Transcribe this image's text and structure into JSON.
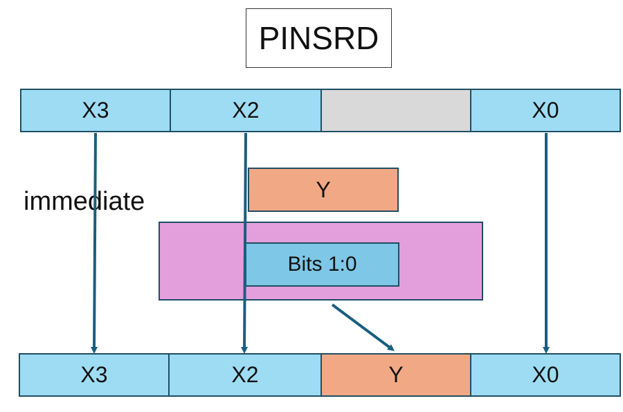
{
  "title": "PINSRD",
  "source_register": {
    "cells": [
      "X3",
      "X2",
      "",
      "X0"
    ]
  },
  "insert_value": "Y",
  "immediate": {
    "label": "immediate",
    "bits_label": "Bits 1:0"
  },
  "result_register": {
    "cells": [
      "X3",
      "X2",
      "Y",
      "X0"
    ]
  },
  "colors": {
    "register_cell": "#9edcf4",
    "empty_cell": "#d9d9d9",
    "inserted_value": "#f1a985",
    "immediate_box": "#e39fdc",
    "bits_box": "#7ec7e6",
    "border": "#1f4e63",
    "arrow": "#1a5e80"
  }
}
